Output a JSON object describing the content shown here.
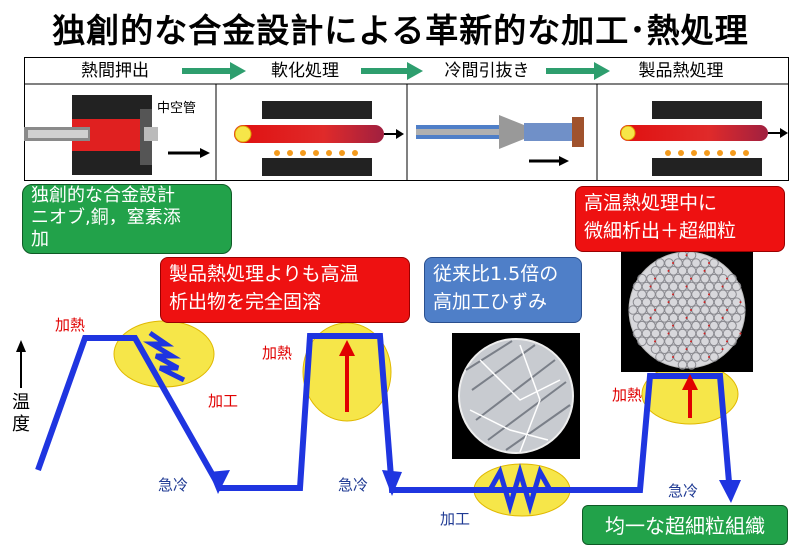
{
  "title": "独創的な合金設計による革新的な加工･熱処理",
  "process_steps": [
    {
      "label": "熱間押出"
    },
    {
      "label": "軟化処理"
    },
    {
      "label": "冷間引抜き"
    },
    {
      "label": "製品熱処理"
    }
  ],
  "hollow_tube_label": "中空管",
  "callouts": {
    "alloy_design": [
      "独創的な合金設計",
      "ニオブ,銅，窒素添",
      "加"
    ],
    "solution_treatment": [
      "製品熱処理よりも高温",
      "析出物を完全固溶"
    ],
    "cold_work": [
      "従来比1.5倍の",
      "高加工ひずみ"
    ],
    "fine_precipitation": [
      "高温熱処理中に",
      "微細析出＋超細粒"
    ],
    "final_result": "均一な超細粒組織"
  },
  "labels": {
    "heating": "加熱",
    "working": "加工",
    "quench": "急冷",
    "temperature": "温度"
  },
  "colors": {
    "process_line": "#1f35e0",
    "arrow_green": "#2e9e6e",
    "highlight_yellow": "#f6e649",
    "accent_red": "#e00000"
  }
}
